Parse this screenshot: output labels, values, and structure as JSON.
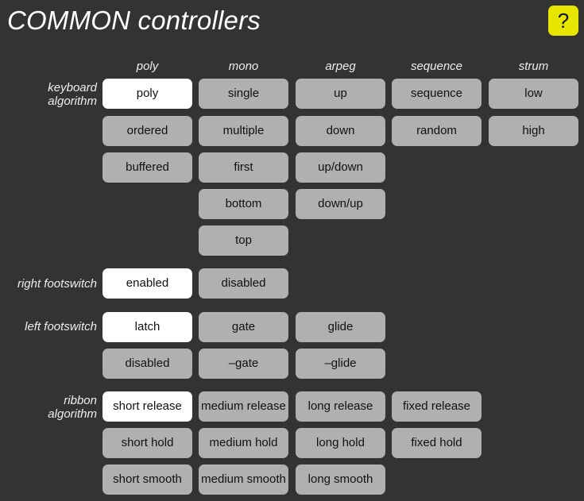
{
  "title": "COMMON controllers",
  "help_label": "?",
  "columns": [
    "poly",
    "mono",
    "arpeg",
    "sequence",
    "strum"
  ],
  "rows": {
    "keyboard_algorithm": "keyboard\nalgorithm",
    "right_footswitch": "right footswitch",
    "left_footswitch": "left footswitch",
    "ribbon_algorithm": "ribbon\nalgorithm"
  },
  "keyboard": {
    "poly": [
      "poly",
      "ordered",
      "buffered"
    ],
    "mono": [
      "single",
      "multiple",
      "first",
      "bottom",
      "top"
    ],
    "arpeg": [
      "up",
      "down",
      "up/down",
      "down/up"
    ],
    "sequence": [
      "sequence",
      "random"
    ],
    "strum": [
      "low",
      "high"
    ]
  },
  "right_footswitch": [
    "enabled",
    "disabled"
  ],
  "left_footswitch": [
    "latch",
    "gate",
    "glide",
    "disabled",
    "–gate",
    "–glide"
  ],
  "ribbon": [
    [
      "short release",
      "medium release",
      "long release",
      "fixed release"
    ],
    [
      "short hold",
      "medium hold",
      "long hold",
      "fixed hold"
    ],
    [
      "short smooth",
      "medium smooth",
      "long smooth"
    ]
  ],
  "selected_color": "#ffffff",
  "button_color": "#b0b0b0",
  "help_color": "#e6e600"
}
